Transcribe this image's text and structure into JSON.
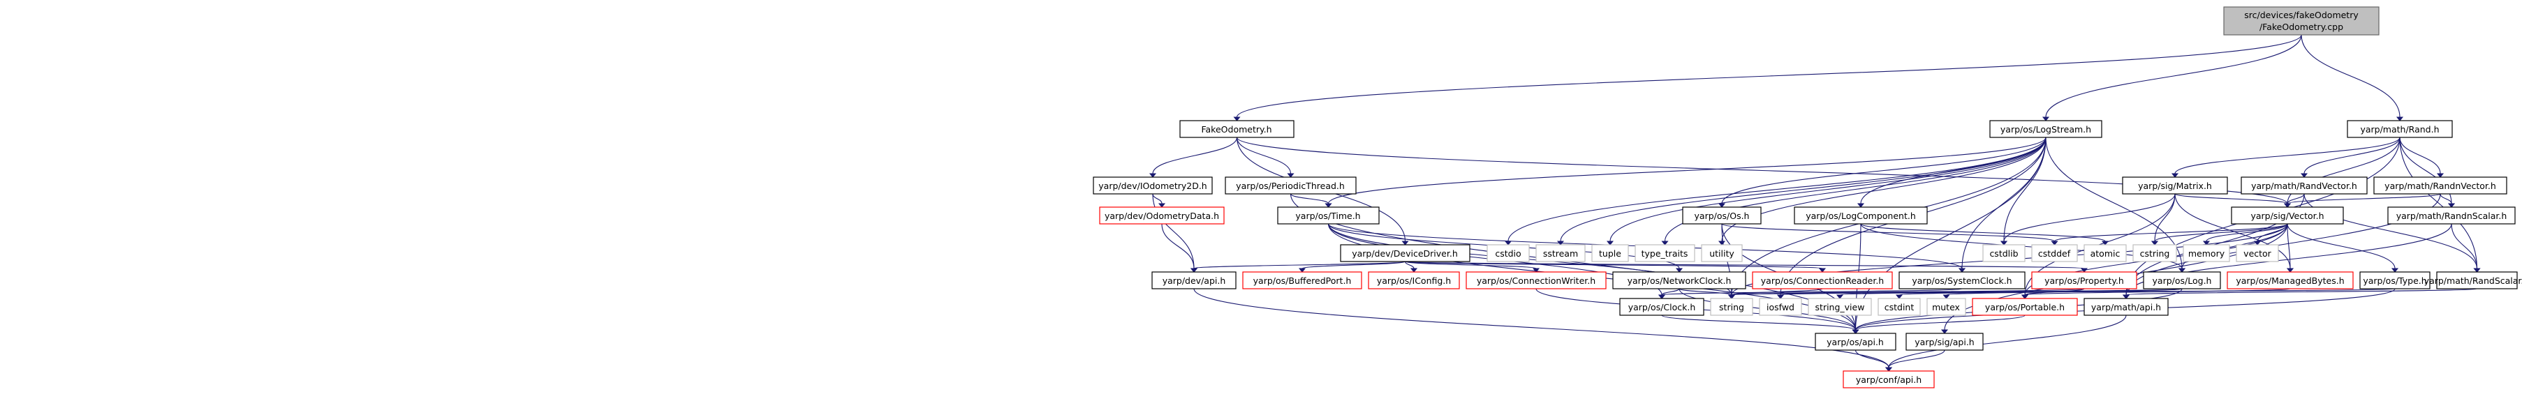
{
  "graph": {
    "root": {
      "line1": "src/devices/fakeOdometry",
      "line2": "/FakeOdometry.cpp"
    },
    "nodes": {
      "FakeOdometry_h": "FakeOdometry.h",
      "LogStream_h": "yarp/os/LogStream.h",
      "Rand_h": "yarp/math/Rand.h",
      "IOdometry2D_h": "yarp/dev/IOdometry2D.h",
      "PeriodicThread_h": "yarp/os/PeriodicThread.h",
      "DeviceDriver_h": "yarp/dev/DeviceDriver.h",
      "OdometryData_h": "yarp/dev/OdometryData.h",
      "dev_api_h": "yarp/dev/api.h",
      "Time_h": "yarp/os/Time.h",
      "Os_h": "yarp/os/Os.h",
      "LogComponent_h": "yarp/os/LogComponent.h",
      "Matrix_h": "yarp/sig/Matrix.h",
      "RandVector_h": "yarp/math/RandVector.h",
      "RandnVector_h": "yarp/math/RandnVector.h",
      "Vector_h": "yarp/sig/Vector.h",
      "RandnScalar_h": "yarp/math/RandnScalar.h",
      "RandScalar_h": "yarp/math/RandScalar.h",
      "math_api_h": "yarp/math/api.h",
      "BufferedPort_h": "yarp/os/BufferedPort.h",
      "IConfig_h": "yarp/os/IConfig.h",
      "ConnectionWriter_h": "yarp/os/ConnectionWriter.h",
      "NetworkClock_h": "yarp/os/NetworkClock.h",
      "ConnectionReader_h": "yarp/os/ConnectionReader.h",
      "SystemClock_h": "yarp/os/SystemClock.h",
      "Property_h": "yarp/os/Property.h",
      "Log_h": "yarp/os/Log.h",
      "ManagedBytes_h": "yarp/os/ManagedBytes.h",
      "Type_h": "yarp/os/Type.h",
      "Clock_h": "yarp/os/Clock.h",
      "Portable_h": "yarp/os/Portable.h",
      "os_api_h": "yarp/os/api.h",
      "sig_api_h": "yarp/sig/api.h",
      "conf_api_h": "yarp/conf/api.h",
      "cstdio": "cstdio",
      "sstream": "sstream",
      "tuple": "tuple",
      "type_traits": "type_traits",
      "utility": "utility",
      "cstdlib": "cstdlib",
      "cstddef": "cstddef",
      "atomic": "atomic",
      "cstring": "cstring",
      "memory": "memory",
      "vector": "vector",
      "string": "string",
      "iosfwd": "iosfwd",
      "string_view": "string_view",
      "cstdint": "cstdint",
      "mutex": "mutex"
    },
    "colors": {
      "edge": "#191970",
      "root_fill": "#bfbfbf",
      "normal_border": "#000000",
      "incomplete_border": "#ff0000",
      "system_border": "#bfbfbf"
    }
  }
}
